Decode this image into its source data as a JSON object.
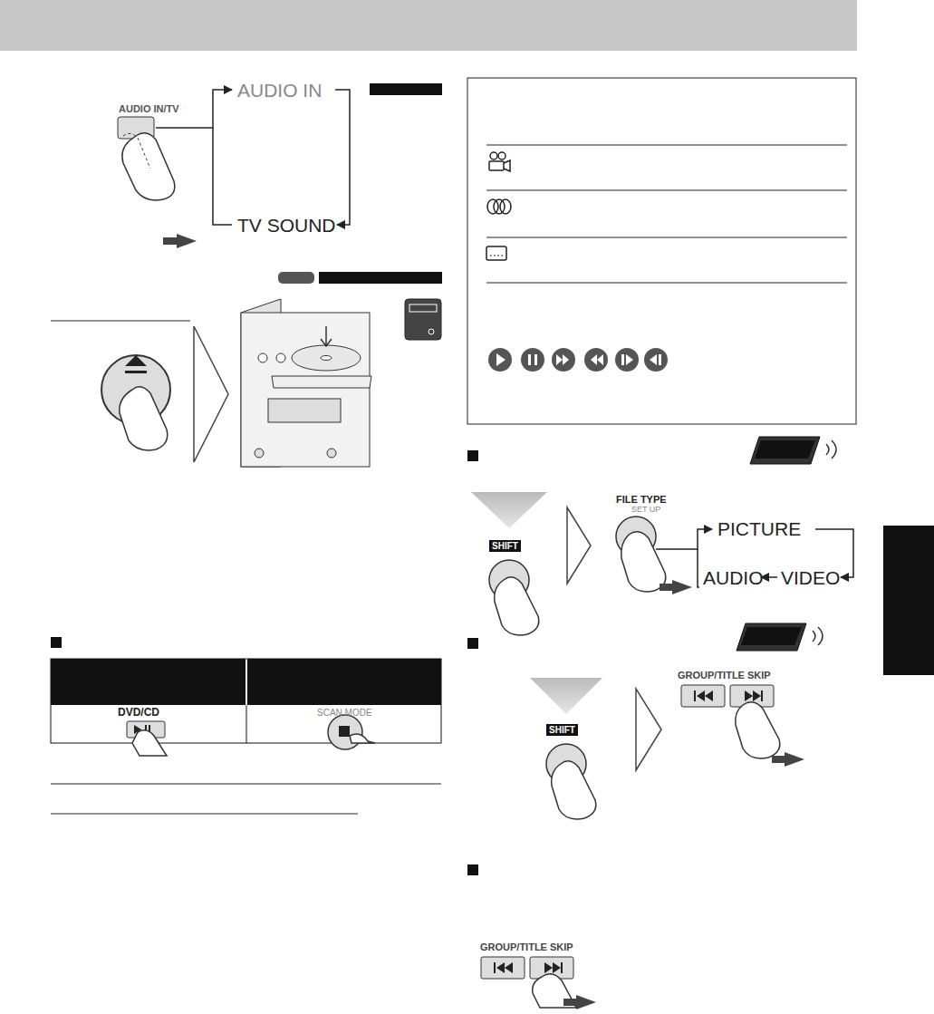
{
  "diagram": {
    "labels": [
      "AUDIO IN/TV",
      "AUDIO IN",
      "TV SOUND",
      "DVD/CD",
      "SCAN MODE",
      "SHIFT",
      "FILE TYPE",
      "SET UP",
      "PICTURE",
      "AUDIO",
      "VIDEO",
      "SHIFT",
      "GROUP/TITLE SKIP",
      "GROUP/TITLE SKIP"
    ]
  }
}
